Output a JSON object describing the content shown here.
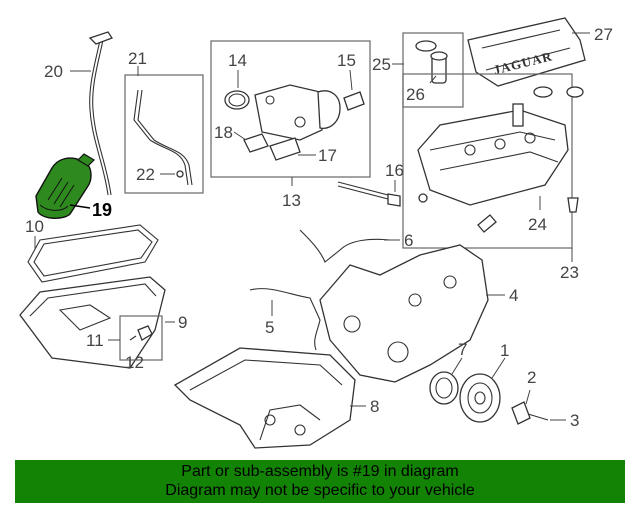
{
  "diagram": {
    "brand_text": "JAGUAR",
    "highlighted_label": "19",
    "callouts": [
      "1",
      "2",
      "3",
      "4",
      "5",
      "6",
      "7",
      "8",
      "9",
      "10",
      "11",
      "12",
      "13",
      "14",
      "15",
      "16",
      "17",
      "18",
      "20",
      "21",
      "22",
      "23",
      "24",
      "25",
      "26",
      "27"
    ]
  },
  "banner": {
    "line1": "Part or sub-assembly is #19 in diagram",
    "line2": "Diagram may not be specific to your vehicle",
    "color": "#138306"
  }
}
